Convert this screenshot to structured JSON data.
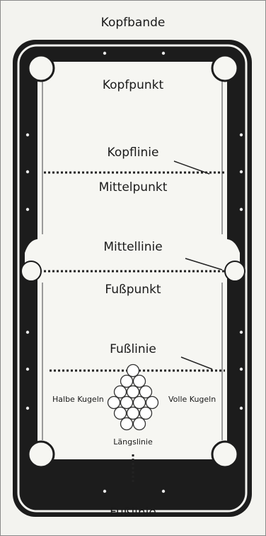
{
  "colors": {
    "background": "#f3f3ef",
    "cushion": "#1c1c1c",
    "felt": "#f6f6f2",
    "line": "#222222",
    "diamond": "#e8e8e8"
  },
  "labels": {
    "head_cushion": "Kopfbande",
    "head_spot": "Kopfpunkt",
    "head_string": "Kopflinie",
    "center_spot": "Mittelpunkt",
    "center_line": "Mittellinie",
    "foot_spot": "Fußpunkt",
    "foot_string": "Fußlinie",
    "stripes": "Halbe Kugeln",
    "solids": "Volle Kugeln",
    "long_string": "Längslinie",
    "foot_cushion": "Fußlinie"
  }
}
